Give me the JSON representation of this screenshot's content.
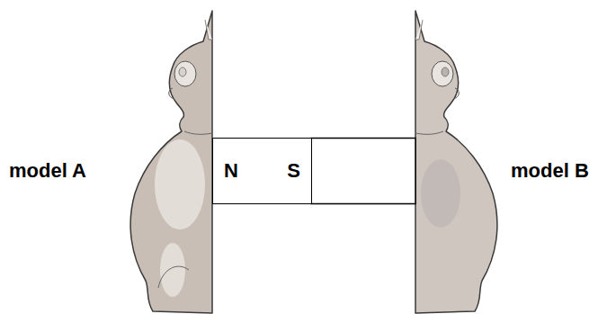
{
  "diagram": {
    "nodes": [
      {
        "text": [
          "N",
          "S"
        ]
      }
    ],
    "labels": [
      "model A",
      "model B"
    ]
  }
}
